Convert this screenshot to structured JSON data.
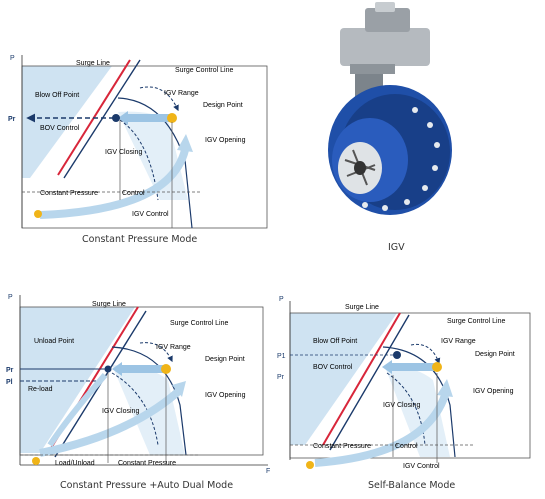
{
  "diagram1": {
    "axis_p": "P",
    "axis_pr": "Pr",
    "surge_line": "Surge Line",
    "surge_control_line": "Surge Control Line",
    "blow_off_point": "Blow Off Point",
    "igv_range": "IGV Range",
    "design_point": "Design Point",
    "bov_control": "BOV Control",
    "igv_opening": "IGV Opening",
    "igv_closing": "IGV Closing",
    "constant_pressure": "Constant Pressure",
    "control": "Control",
    "igv_control": "IGV Control",
    "caption": "Constant Pressure Mode"
  },
  "igv_image": {
    "caption": "IGV"
  },
  "diagram2": {
    "axis_p": "P",
    "axis_pr": "Pr",
    "axis_pl": "Pl",
    "axis_f": "F",
    "surge_line": "Surge Line",
    "surge_control_line": "Surge Control Line",
    "unload_point": "Unload Point",
    "igv_range": "IGV Range",
    "design_point": "Design Point",
    "reload": "Re-load",
    "igv_closing": "IGV Closing",
    "igv_opening": "IGV Opening",
    "load_unload": "Load/Unload",
    "constant_pressure": "Constant Pressure",
    "caption": "Constant Pressure +Auto Dual Mode"
  },
  "diagram3": {
    "axis_p": "P",
    "axis_p1": "P1",
    "axis_pr": "Pr",
    "surge_line": "Surge Line",
    "surge_control_line": "Surge Control Line",
    "blow_off_point": "Blow Off Point",
    "igv_range": "IGV Range",
    "design_point": "Design Point",
    "bov_control": "BOV Control",
    "igv_opening": "IGV Opening",
    "igv_closing": "IGV Closing",
    "constant_pressure": "Constant Pressure",
    "control": "Control",
    "igv_control": "IGV Control",
    "caption": "Self-Balance Mode"
  },
  "colors": {
    "surge_line": "#d8263a",
    "navy": "#1b3a6b",
    "light_blue": "#cfe3f2",
    "arrow_blue": "#9cc4e4",
    "design_point": "#f0b418",
    "valve_blue": "#1f4fa8",
    "actuator_gray": "#9aa0a6"
  }
}
